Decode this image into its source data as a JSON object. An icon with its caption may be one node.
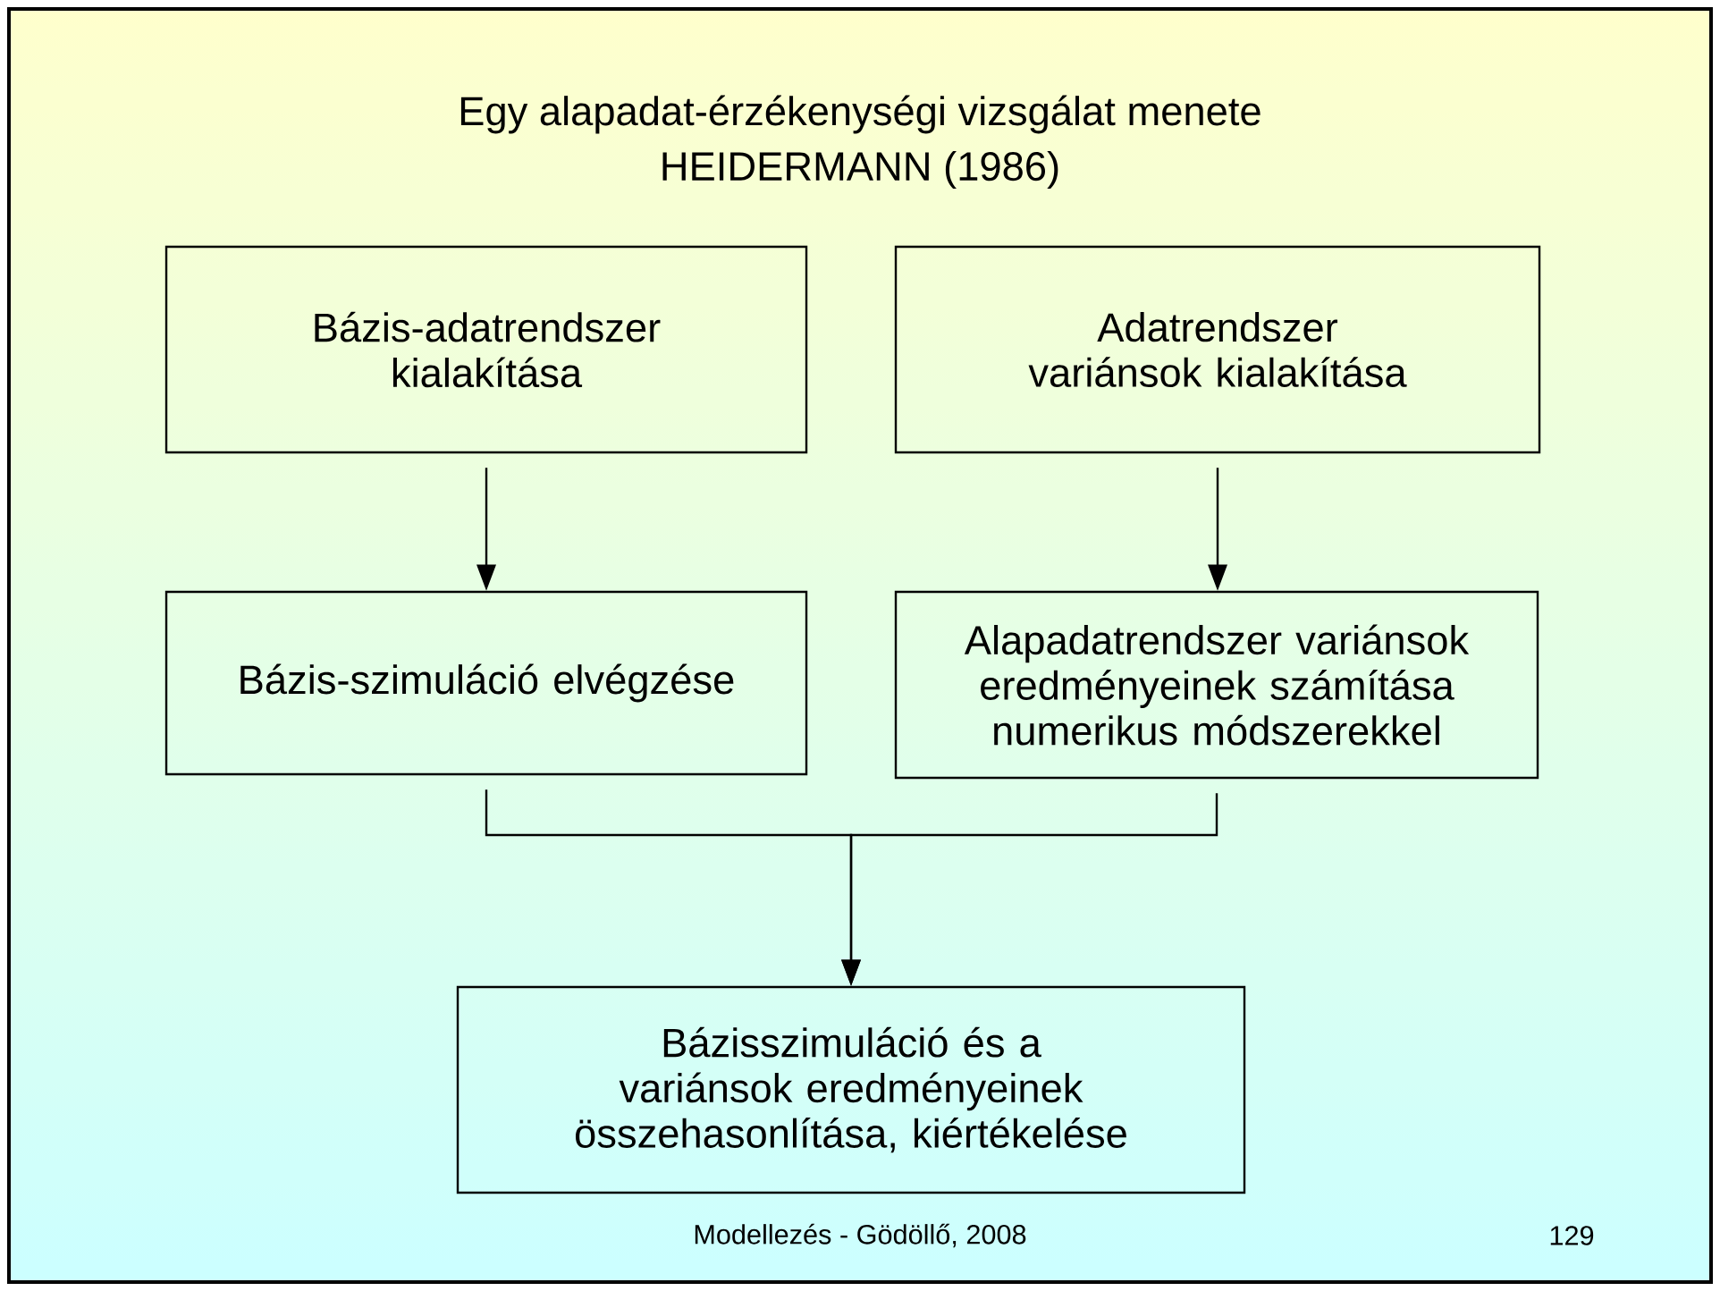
{
  "diagram": {
    "title": "Egy alapadat-érzékenységi vizsgálat menete",
    "nodes": [
      {
        "text": [
          "Bázis-adatrendszer kialakítása"
        ]
      },
      {
        "text": [
          "Adatrendszer variánsok kialakítása"
        ]
      },
      {
        "text": [
          "Bázis-szimuláció elvégzése"
        ]
      },
      {
        "text": [
          "Alapadatrendszer variánsok eredményeinek számítása numerikus módszerekkel"
        ]
      },
      {
        "text": [
          "Bázisszimuláció és a variánsok eredményeinek összehasonlítása, kiértékelése"
        ]
      }
    ],
    "edges": [
      {
        "from": 0,
        "to": 2,
        "arrow": "to"
      },
      {
        "from": 1,
        "to": 3,
        "arrow": "to"
      },
      {
        "from": 2,
        "to": 4,
        "arrow": "to"
      },
      {
        "from": 3,
        "to": 4,
        "arrow": "to"
      }
    ],
    "labels": [
      "HEIDERMANN (1986)",
      "Modellezés - Gödöllő, 2008",
      "129"
    ]
  }
}
